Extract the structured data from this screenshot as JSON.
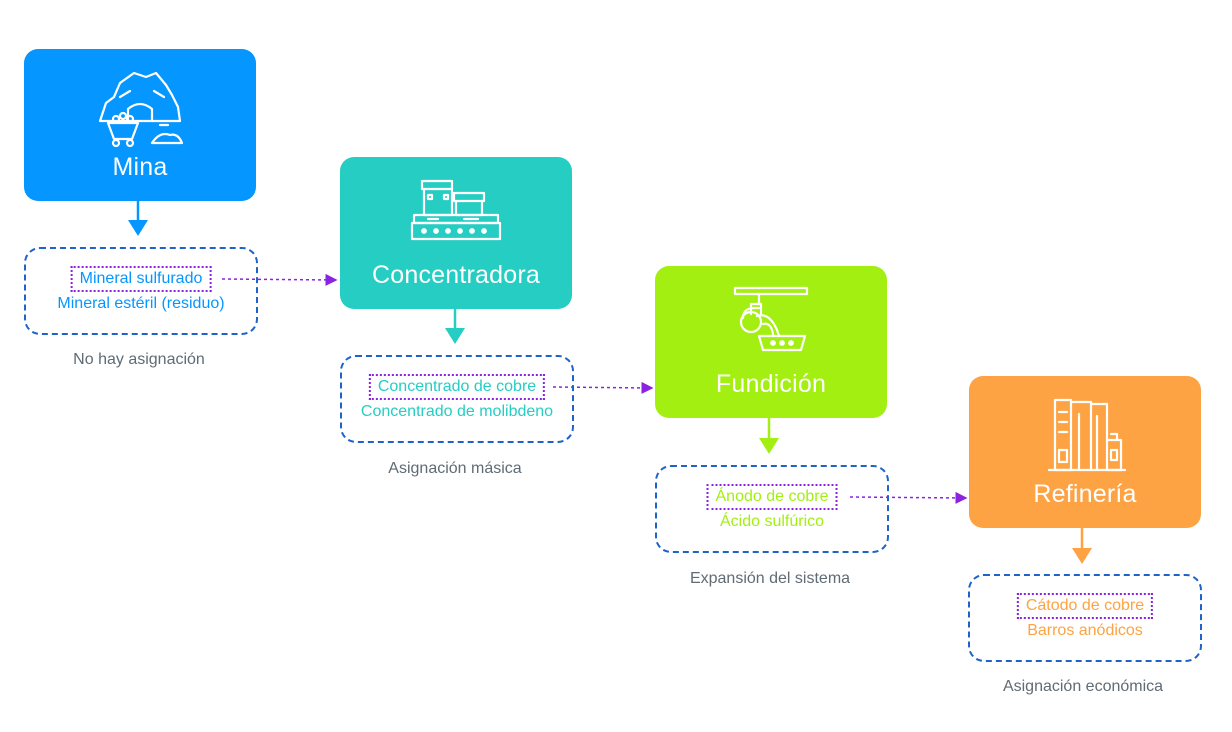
{
  "stages": [
    {
      "name": "Mina",
      "color": "#0696ff",
      "icon": "mine-icon",
      "outputs": {
        "primary": "Mineral sulfurado",
        "secondary": "Mineral estéril (residuo)"
      },
      "method": "No hay asignación"
    },
    {
      "name": "Concentradora",
      "color": "#26cdc3",
      "icon": "factory-icon",
      "outputs": {
        "primary": "Concentrado de cobre",
        "secondary": "Concentrado de molibdeno"
      },
      "method": "Asignación másica"
    },
    {
      "name": "Fundición",
      "color": "#a3ef12",
      "icon": "smelting-ladle-icon",
      "outputs": {
        "primary": "Ánodo de cobre",
        "secondary": "Ácido sulfúrico"
      },
      "method": "Expansión del sistema"
    },
    {
      "name": "Refinería",
      "color": "#fea343",
      "icon": "refinery-icon",
      "outputs": {
        "primary": "Cátodo de cobre",
        "secondary": "Barros anódicos"
      },
      "method": "Asignación económica"
    }
  ],
  "colors": {
    "box_border": "#1e63c8",
    "primary_highlight": "#8a22e0",
    "method_text": "#5f6b75"
  }
}
